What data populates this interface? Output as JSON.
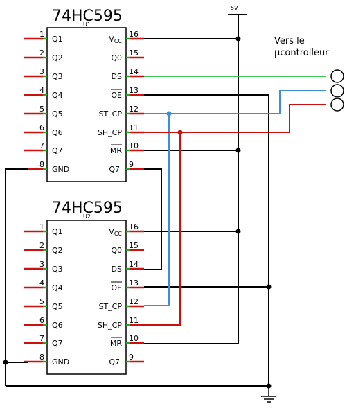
{
  "colors": {
    "green": "#3cc85a",
    "blue": "#3a8fd8",
    "red": "#cc1010",
    "pin": "#cc1010",
    "pinTip": "#22a822"
  },
  "supply": {
    "label": "5V"
  },
  "note": {
    "line1": "Vers le",
    "line2": "µcontrolleur"
  },
  "chips": [
    {
      "title": "74HC595",
      "ref": "U1"
    },
    {
      "title": "74HC595",
      "ref": "U2"
    }
  ],
  "left_pins": [
    {
      "num": "1",
      "name": "Q1"
    },
    {
      "num": "2",
      "name": "Q2"
    },
    {
      "num": "3",
      "name": "Q3"
    },
    {
      "num": "4",
      "name": "Q4"
    },
    {
      "num": "5",
      "name": "Q5"
    },
    {
      "num": "6",
      "name": "Q6"
    },
    {
      "num": "7",
      "name": "Q7"
    },
    {
      "num": "8",
      "name": "GND"
    }
  ],
  "right_pins": [
    {
      "num": "16",
      "name": "V",
      "sub": "CC"
    },
    {
      "num": "15",
      "name": "Q0"
    },
    {
      "num": "14",
      "name": "DS"
    },
    {
      "num": "13",
      "name": "OE"
    },
    {
      "num": "12",
      "name": "ST_CP"
    },
    {
      "num": "11",
      "name": "SH_CP"
    },
    {
      "num": "10",
      "name": "MR"
    },
    {
      "num": "9",
      "name": "Q7'"
    }
  ]
}
